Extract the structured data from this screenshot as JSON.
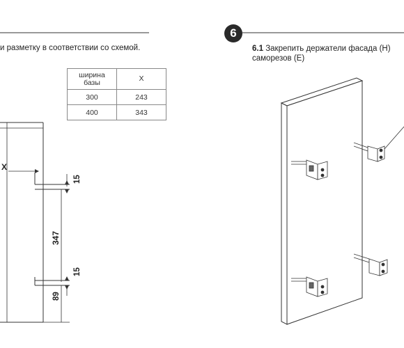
{
  "left_section": {
    "instruction": "и разметку в соответствии со схемой."
  },
  "table": {
    "header_col1_line1": "ширина",
    "header_col1_line2": "базы",
    "header_col2": "X",
    "rows": [
      {
        "width": "300",
        "x": "243"
      },
      {
        "width": "400",
        "x": "343"
      }
    ]
  },
  "left_diagram": {
    "x_label": "X",
    "dim_top": "15",
    "dim_middle": "347",
    "dim_bottom_15": "15",
    "dim_bottom": "89"
  },
  "right_section": {
    "step_number": "6",
    "step_id": "6.1",
    "instruction_line1": "Закрепить держатели фасада (H)",
    "instruction_line2": "саморезов (E)"
  }
}
